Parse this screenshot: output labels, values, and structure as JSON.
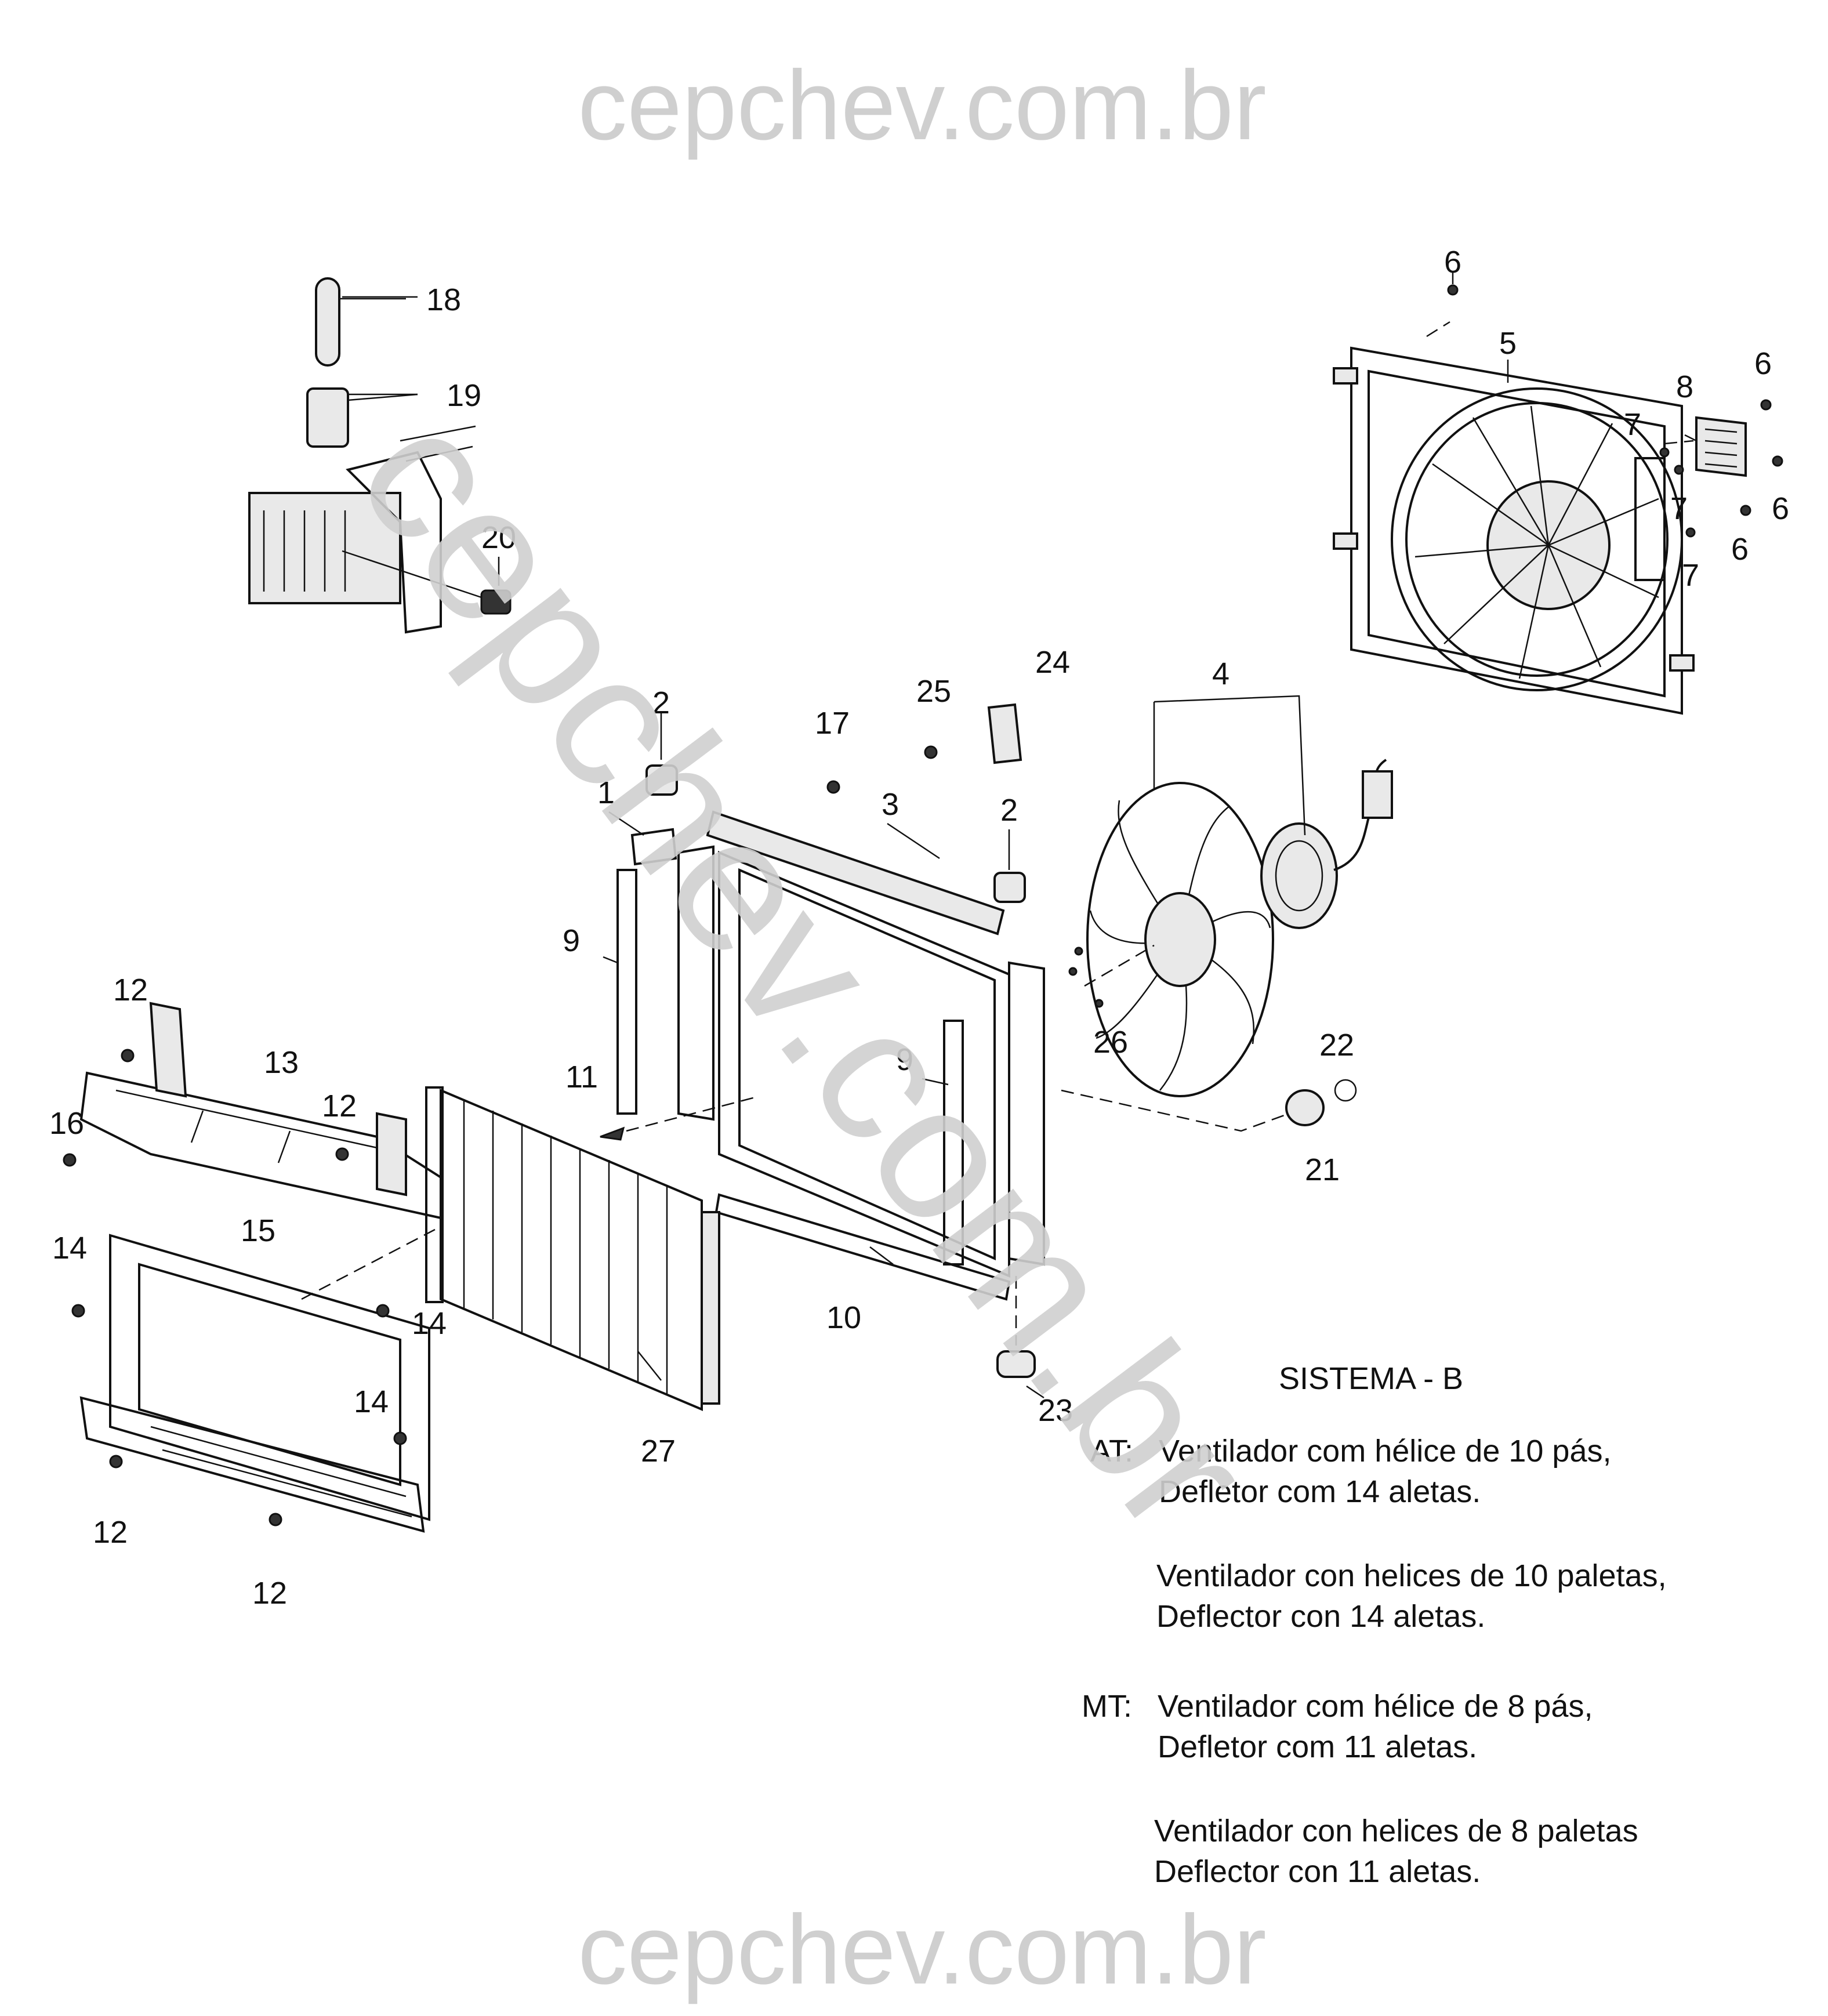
{
  "watermark": {
    "top": "cepchev.com.br",
    "bottom": "cepchev.com.br",
    "diagonal": "cepchev.com.br"
  },
  "callouts": {
    "c1": "1",
    "c2a": "2",
    "c2b": "2",
    "c3": "3",
    "c4": "4",
    "c5": "5",
    "c6a": "6",
    "c6b": "6",
    "c6c": "6",
    "c6d": "6",
    "c7a": "7",
    "c7b": "7",
    "c7c": "7",
    "c8": "8",
    "c9a": "9",
    "c9b": "9",
    "c10": "10",
    "c11": "11",
    "c12a": "12",
    "c12b": "12",
    "c12c": "12",
    "c12d": "12",
    "c13": "13",
    "c14a": "14",
    "c14b": "14",
    "c14c": "14",
    "c15": "15",
    "c16": "16",
    "c17": "17",
    "c18": "18",
    "c19": "19",
    "c20": "20",
    "c21": "21",
    "c22": "22",
    "c23": "23",
    "c24": "24",
    "c25": "25",
    "c26": "26",
    "c27": "27"
  },
  "legend": {
    "title": "SISTEMA - B",
    "at_label": "AT:",
    "at_pt_line1": "Ventilador com hélice de 10 pás,",
    "at_pt_line2": "Defletor com 14 aletas.",
    "at_es_line1": "Ventilador con helices de 10 paletas,",
    "at_es_line2": "Deflector con 14 aletas.",
    "mt_label": "MT:",
    "mt_pt_line1": "Ventilador com hélice de 8 pás,",
    "mt_pt_line2": "Defletor com 11 aletas.",
    "mt_es_line1": "Ventilador con helices de 8 paletas",
    "mt_es_line2": "Deflector con 11 aletas."
  }
}
